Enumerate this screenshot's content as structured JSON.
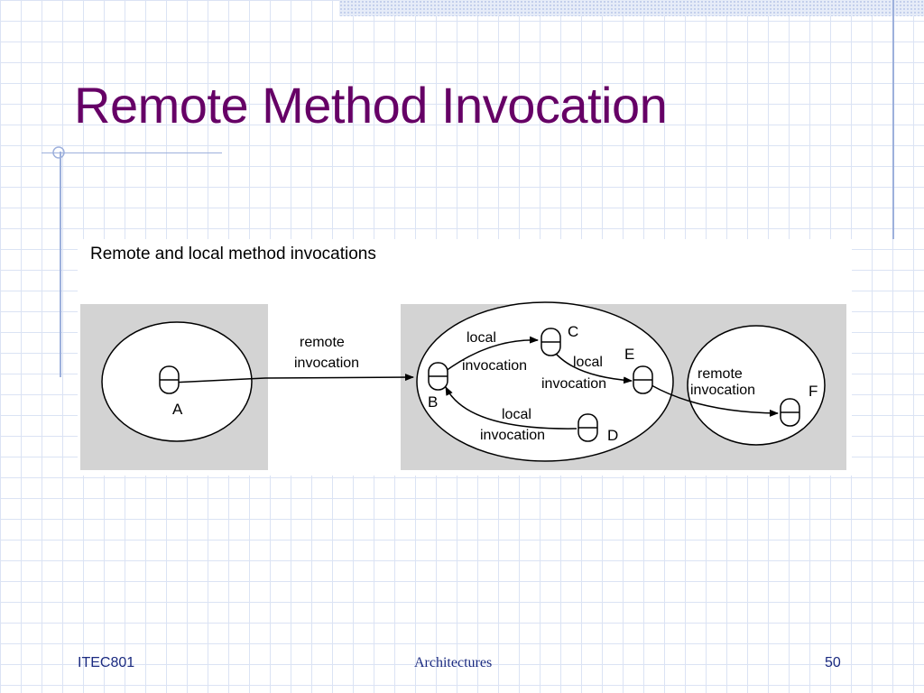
{
  "slide": {
    "title": "Remote Method Invocation"
  },
  "diagram": {
    "caption": "Remote and local method invocations",
    "objects": {
      "a": "A",
      "b": "B",
      "c": "C",
      "d": "D",
      "e": "E",
      "f": "F"
    },
    "labels": {
      "remote_ab_line1": "remote",
      "remote_ab_line2": "invocation",
      "local_bc_line1": "local",
      "local_bc_line2": "invocation",
      "local_ce_line1": "local",
      "local_ce_line2": "invocation",
      "local_db_line1": "local",
      "local_db_line2": "invocation",
      "remote_ef_line1": "remote",
      "remote_ef_line2": "invocation"
    }
  },
  "footer": {
    "course": "ITEC801",
    "topic": "Architectures",
    "page_number": "50"
  }
}
